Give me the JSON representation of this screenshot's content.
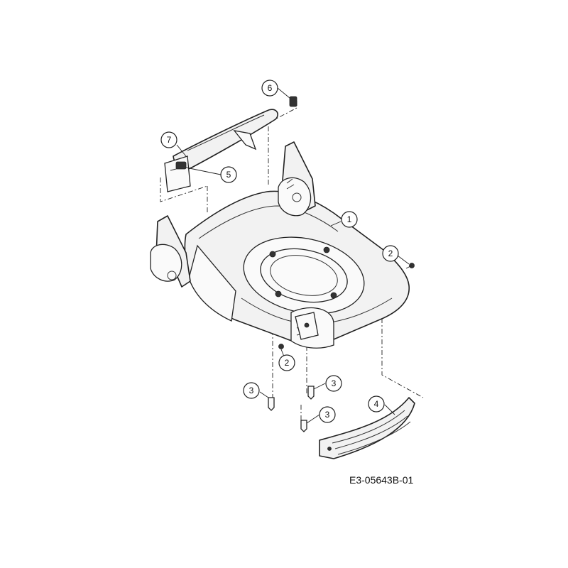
{
  "callouts": {
    "c1": "1",
    "c2a": "2",
    "c2b": "2",
    "c3a": "3",
    "c3b": "3",
    "c3c": "3",
    "c4": "4",
    "c5": "5",
    "c6": "6",
    "c7": "7"
  },
  "drawing_number": "E3-05643B-01"
}
